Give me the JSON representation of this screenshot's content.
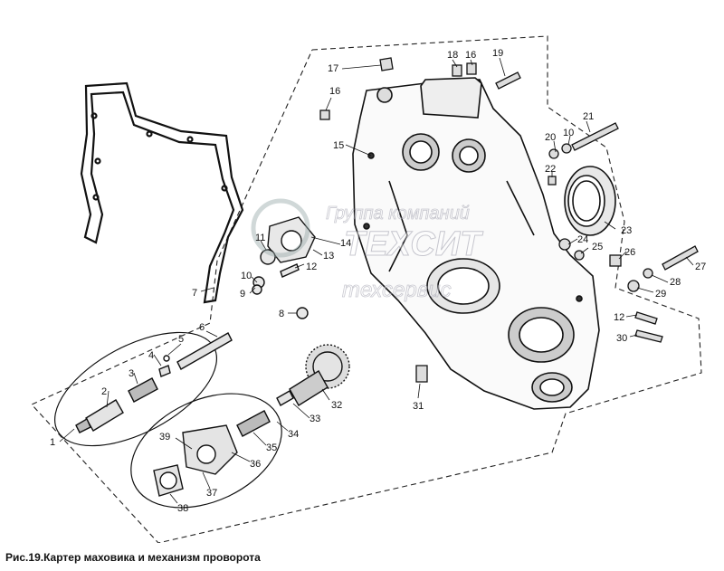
{
  "caption": "Рис.19.Картер маховика и механизм проворота",
  "watermark": {
    "line1": "Группа компаний",
    "line2": "ТЕХСИТ",
    "line3": "техсервис"
  },
  "part_labels": [
    "1",
    "2",
    "3",
    "4",
    "5",
    "6",
    "7",
    "8",
    "9",
    "10",
    "10",
    "11",
    "12",
    "12",
    "13",
    "14",
    "15",
    "16",
    "16",
    "17",
    "18",
    "19",
    "20",
    "21",
    "22",
    "23",
    "24",
    "25",
    "26",
    "27",
    "28",
    "29",
    "30",
    "31",
    "32",
    "33",
    "34",
    "35",
    "36",
    "37",
    "38",
    "39"
  ]
}
